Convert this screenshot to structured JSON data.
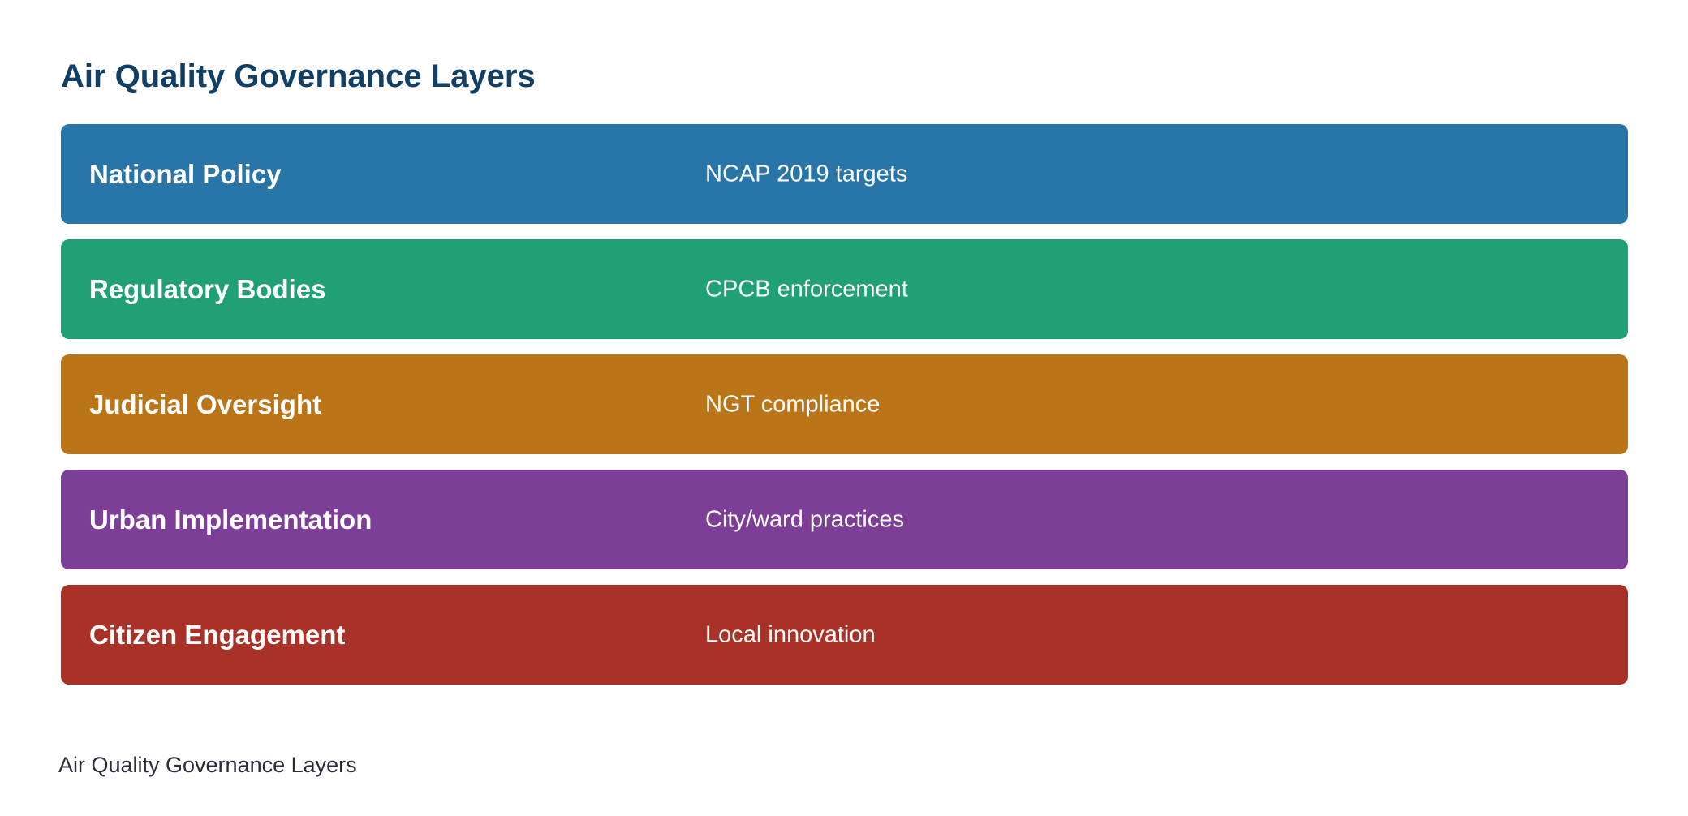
{
  "title": "Air Quality Governance Layers",
  "caption": "Air Quality Governance Layers",
  "layers": [
    {
      "name": "National Policy",
      "desc": "NCAP 2019 targets",
      "color": "#2a75a8"
    },
    {
      "name": "Regulatory Bodies",
      "desc": "CPCB enforcement",
      "color": "#20a075"
    },
    {
      "name": "Judicial Oversight",
      "desc": "NGT compliance",
      "color": "#bb7519"
    },
    {
      "name": "Urban Implementation",
      "desc": "City/ward practices",
      "color": "#7c3e97"
    },
    {
      "name": "Citizen Engagement",
      "desc": "Local innovation",
      "color": "#a83128"
    }
  ]
}
